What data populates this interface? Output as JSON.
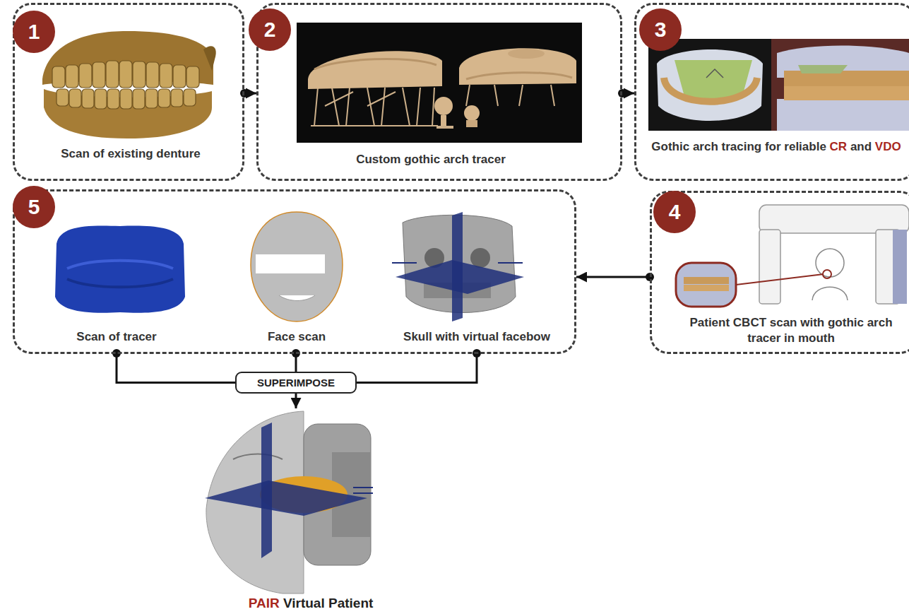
{
  "diagram": {
    "nodes": [
      {
        "text": [
          "1",
          "Scan of existing denture"
        ]
      },
      {
        "text": [
          "2",
          "Custom gothic arch tracer"
        ]
      },
      {
        "text": [
          "3",
          "Gothic arch tracing for reliable CR and VDO"
        ]
      },
      {
        "text": [
          "5"
        ]
      },
      {
        "text": [
          "Scan of tracer"
        ],
        "in": 3
      },
      {
        "text": [
          "Face scan"
        ],
        "in": 3
      },
      {
        "text": [
          "Skull with virtual facebow"
        ],
        "in": 3
      },
      {
        "text": [
          "4",
          "Patient CBCT scan with gothic arch tracer in mouth"
        ]
      },
      {
        "text": [
          "SUPERIMPOSE"
        ]
      },
      {
        "text": [
          "PAIR Virtual Patient"
        ]
      }
    ],
    "edges": [
      {
        "from": 0,
        "to": 1,
        "arrow": "to"
      },
      {
        "from": 1,
        "to": 2,
        "arrow": "to"
      },
      {
        "from": 7,
        "to": 3,
        "arrow": "to"
      },
      {
        "from": 4,
        "to": 8,
        "arrow": "none"
      },
      {
        "from": 5,
        "to": 8,
        "arrow": "none"
      },
      {
        "from": 6,
        "to": 8,
        "arrow": "none"
      },
      {
        "from": 8,
        "to": 9,
        "arrow": "to"
      }
    ]
  }
}
